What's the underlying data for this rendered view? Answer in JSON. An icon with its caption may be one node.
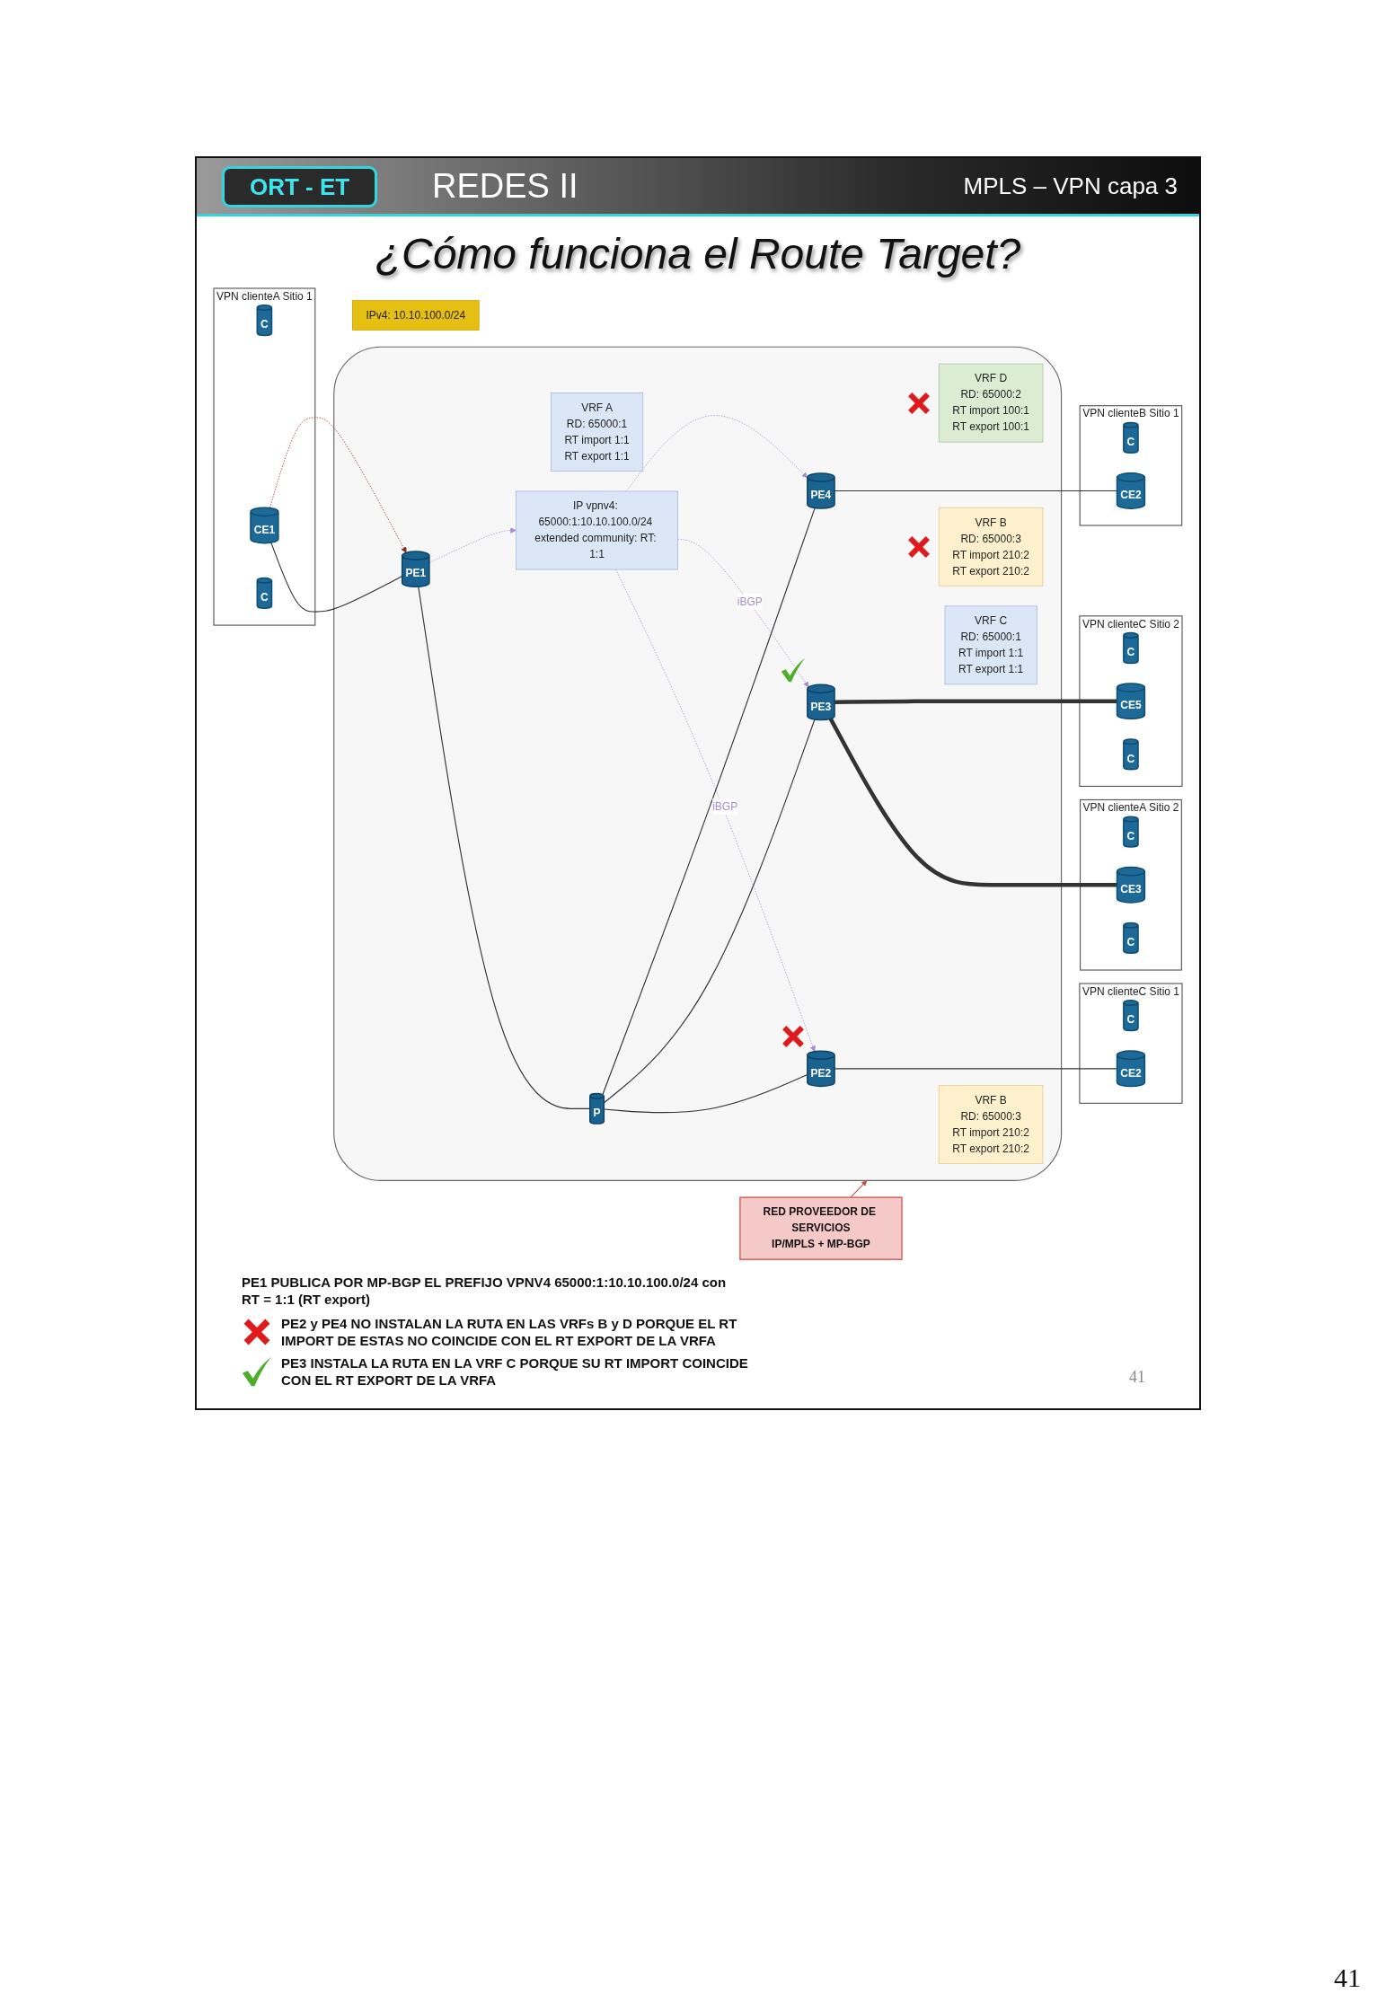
{
  "diagram": {
    "title": "¿Cómo funciona el Route Target?",
    "nodes": [
      {
        "text": [
          "RED PROVEEDOR DE SERVICIOS",
          "IP/MPLS + MP-BGP"
        ]
      },
      {
        "text": [
          "VPN clienteC Sitio 1"
        ]
      },
      {
        "text": [
          "C"
        ],
        "in": 1
      },
      {
        "text": [
          "CE2"
        ],
        "in": 1
      },
      {
        "text": [],
        "shape": "cloud"
      },
      {
        "text": [
          "VRF B",
          "RD: 65000:3",
          "RT import 210:2",
          "RT export 210:2"
        ],
        "in": 4
      },
      {
        "text": [
          "PE2"
        ],
        "in": 4
      },
      {
        "text": [
          "VPN clienteA Sitio 2"
        ]
      },
      {
        "text": [
          "C"
        ],
        "in": 7
      },
      {
        "text": [
          "CE3"
        ],
        "in": 7
      },
      {
        "text": [
          "C"
        ],
        "in": 7
      },
      {
        "text": [
          "VPN clienteA Sitio 1"
        ]
      },
      {
        "text": [
          "C"
        ],
        "in": 11
      },
      {
        "text": [
          "CE1"
        ],
        "in": 11
      },
      {
        "text": [
          "C"
        ],
        "in": 11
      },
      {
        "text": [
          "VRF A",
          "RD: 65000:1",
          "RT import 1:1",
          "RT export 1:1"
        ],
        "in": 4
      },
      {
        "text": [
          "PE1"
        ],
        "in": 4
      },
      {
        "text": [
          "VRF C",
          "RD: 65000:1",
          "RT import 1:1",
          "RT export 1:1"
        ],
        "in": 4
      },
      {
        "text": [
          "P"
        ],
        "in": 4
      },
      {
        "text": [
          "PE3"
        ],
        "in": 4
      },
      {
        "text": [
          "IPv4: 10.10.100.0/24"
        ]
      },
      {
        "text": [
          "IP vpnv4: 65000:1:10.10.100.0/24 extended community: RT: 1:1"
        ],
        "in": 4
      },
      {
        "text": [
          "VRF B",
          "RD: 65000:3",
          "RT import 210:2",
          "RT export 210:2"
        ],
        "in": 4
      },
      {
        "text": [
          "VPN clienteC Sitio 2"
        ]
      },
      {
        "text": [
          "C"
        ],
        "in": 23
      },
      {
        "text": [
          "CE5"
        ],
        "in": 23
      },
      {
        "text": [
          "C"
        ],
        "in": 23
      },
      {
        "text": [
          "VRF D",
          "RD: 65000:2",
          "RT import 100:1",
          "RT export 100:1"
        ],
        "in": 4
      },
      {
        "text": [
          "PE4"
        ],
        "in": 4
      },
      {
        "text": [
          "VPN clienteB Sitio 1"
        ]
      },
      {
        "text": [
          "C"
        ],
        "in": 29
      },
      {
        "text": [
          "CE2"
        ],
        "in": 29
      }
    ],
    "edges": [
      {
        "from": 0,
        "to": 4,
        "arrow": "to",
        "color": "#c0504d"
      },
      {
        "from": 6,
        "to": 3,
        "arrow": "none"
      },
      {
        "from": 13,
        "to": 16,
        "arrow": "none"
      },
      {
        "from": 13,
        "to": 16,
        "arrow": "to",
        "style": "dashed",
        "color": "#8b2a1a"
      },
      {
        "from": 16,
        "to": 18,
        "arrow": "none"
      },
      {
        "from": 18,
        "to": 6,
        "arrow": "none"
      },
      {
        "from": 18,
        "to": 19,
        "arrow": "none"
      },
      {
        "from": 19,
        "to": 9,
        "arrow": "none",
        "style": "thick"
      },
      {
        "from": 19,
        "to": 25,
        "arrow": "none",
        "style": "thick"
      },
      {
        "from": 16,
        "to": 21,
        "arrow": "to",
        "style": "dashed",
        "color": "#a98bd0"
      },
      {
        "from": 21,
        "to": 6,
        "arrow": "to",
        "style": "dashed",
        "color": "#a98bd0",
        "label": "iBGP"
      },
      {
        "from": 21,
        "to": 19,
        "arrow": "to",
        "style": "dashed",
        "color": "#a98bd0",
        "label": "iBGP"
      },
      {
        "from": 21,
        "to": 28,
        "arrow": "to",
        "style": "dashed",
        "color": "#a98bd0"
      },
      {
        "from": 18,
        "to": 28,
        "arrow": "none"
      },
      {
        "from": 28,
        "to": 31,
        "arrow": "none"
      }
    ],
    "labels": [
      "ORT - ET",
      "REDES II",
      "MPLS – VPN capa 3",
      "PE1 PUBLICA POR MP-BGP EL PREFIJO VPNV4 65000:1:10.10.100.0/24 con RT = 1:1 (RT export)",
      "41",
      "41"
    ],
    "legend": [
      {
        "text": "PE2 y PE4 NO INSTALAN LA RUTA EN LAS VRFs B y D PORQUE EL RT IMPORT DE ESTAS NO COINCIDE CON EL RT EXPORT DE LA VRFA"
      },
      {
        "text": "PE3 INSTALA LA RUTA EN LA VRF C PORQUE SU RT IMPORT COINCIDE CON EL RT EXPORT DE LA VRFA"
      }
    ]
  }
}
